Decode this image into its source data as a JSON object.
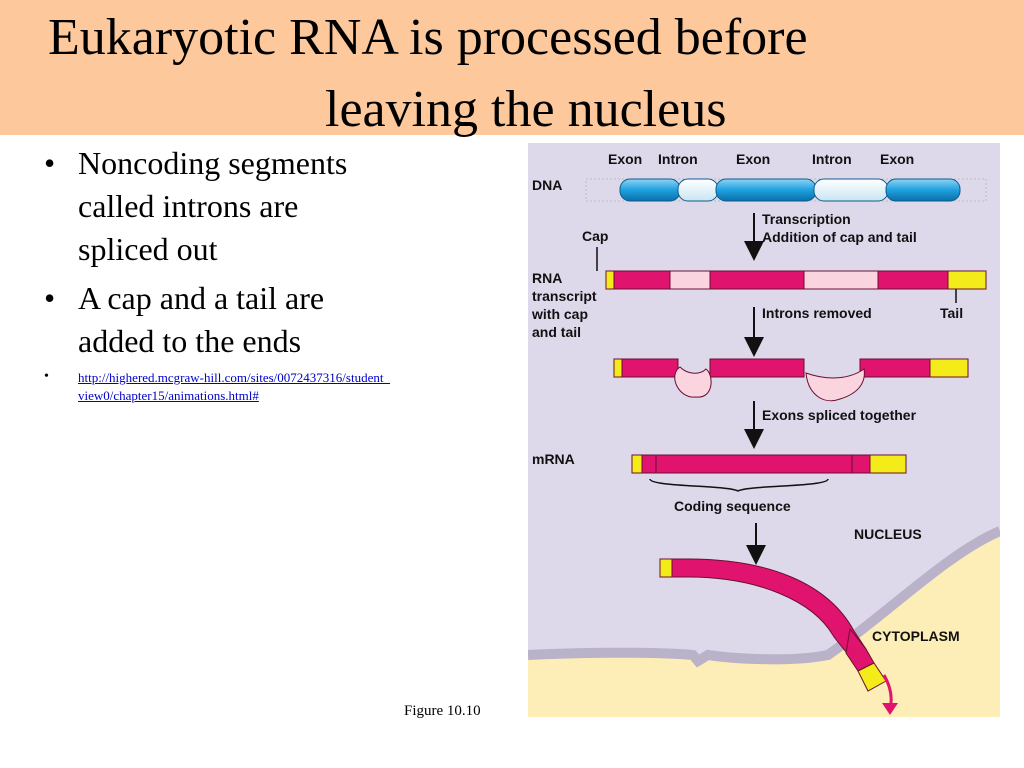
{
  "title": {
    "line1": "Eukaryotic RNA is processed before",
    "line2": "leaving the nucleus"
  },
  "bullets": [
    {
      "text": "Noncoding segments called introns are spliced out"
    },
    {
      "text": "A cap and a tail are added to the ends"
    }
  ],
  "link": {
    "text": "http://highered.mcgraw-hill.com/sites/0072437316/student_view0/chapter15/animations.html#"
  },
  "figure_label": "Figure 10.10",
  "diagram": {
    "dna_segment_labels": [
      "Exon",
      "Intron",
      "Exon",
      "Intron",
      "Exon"
    ],
    "dna_label": "DNA",
    "step1_line1": "Transcription",
    "step1_line2": "Addition of cap and tail",
    "cap_label": "Cap",
    "rna_label": [
      "RNA",
      "transcript",
      "with cap",
      "and tail"
    ],
    "step2": "Introns removed",
    "tail_label": "Tail",
    "step3": "Exons spliced together",
    "mrna_label": "mRNA",
    "coding_label": "Coding sequence",
    "nucleus_label": "NUCLEUS",
    "cytoplasm_label": "CYTOPLASM",
    "colors": {
      "exon_dna": "#1ea0e0",
      "intron_dna": "#e8f4fb",
      "exon_rna": "#e0136f",
      "intron_rna": "#fad4de",
      "cap_tail": "#f4ec1a",
      "nucleus_bg": "#ddd8ea",
      "cytoplasm_bg": "#fdeeb8"
    }
  }
}
